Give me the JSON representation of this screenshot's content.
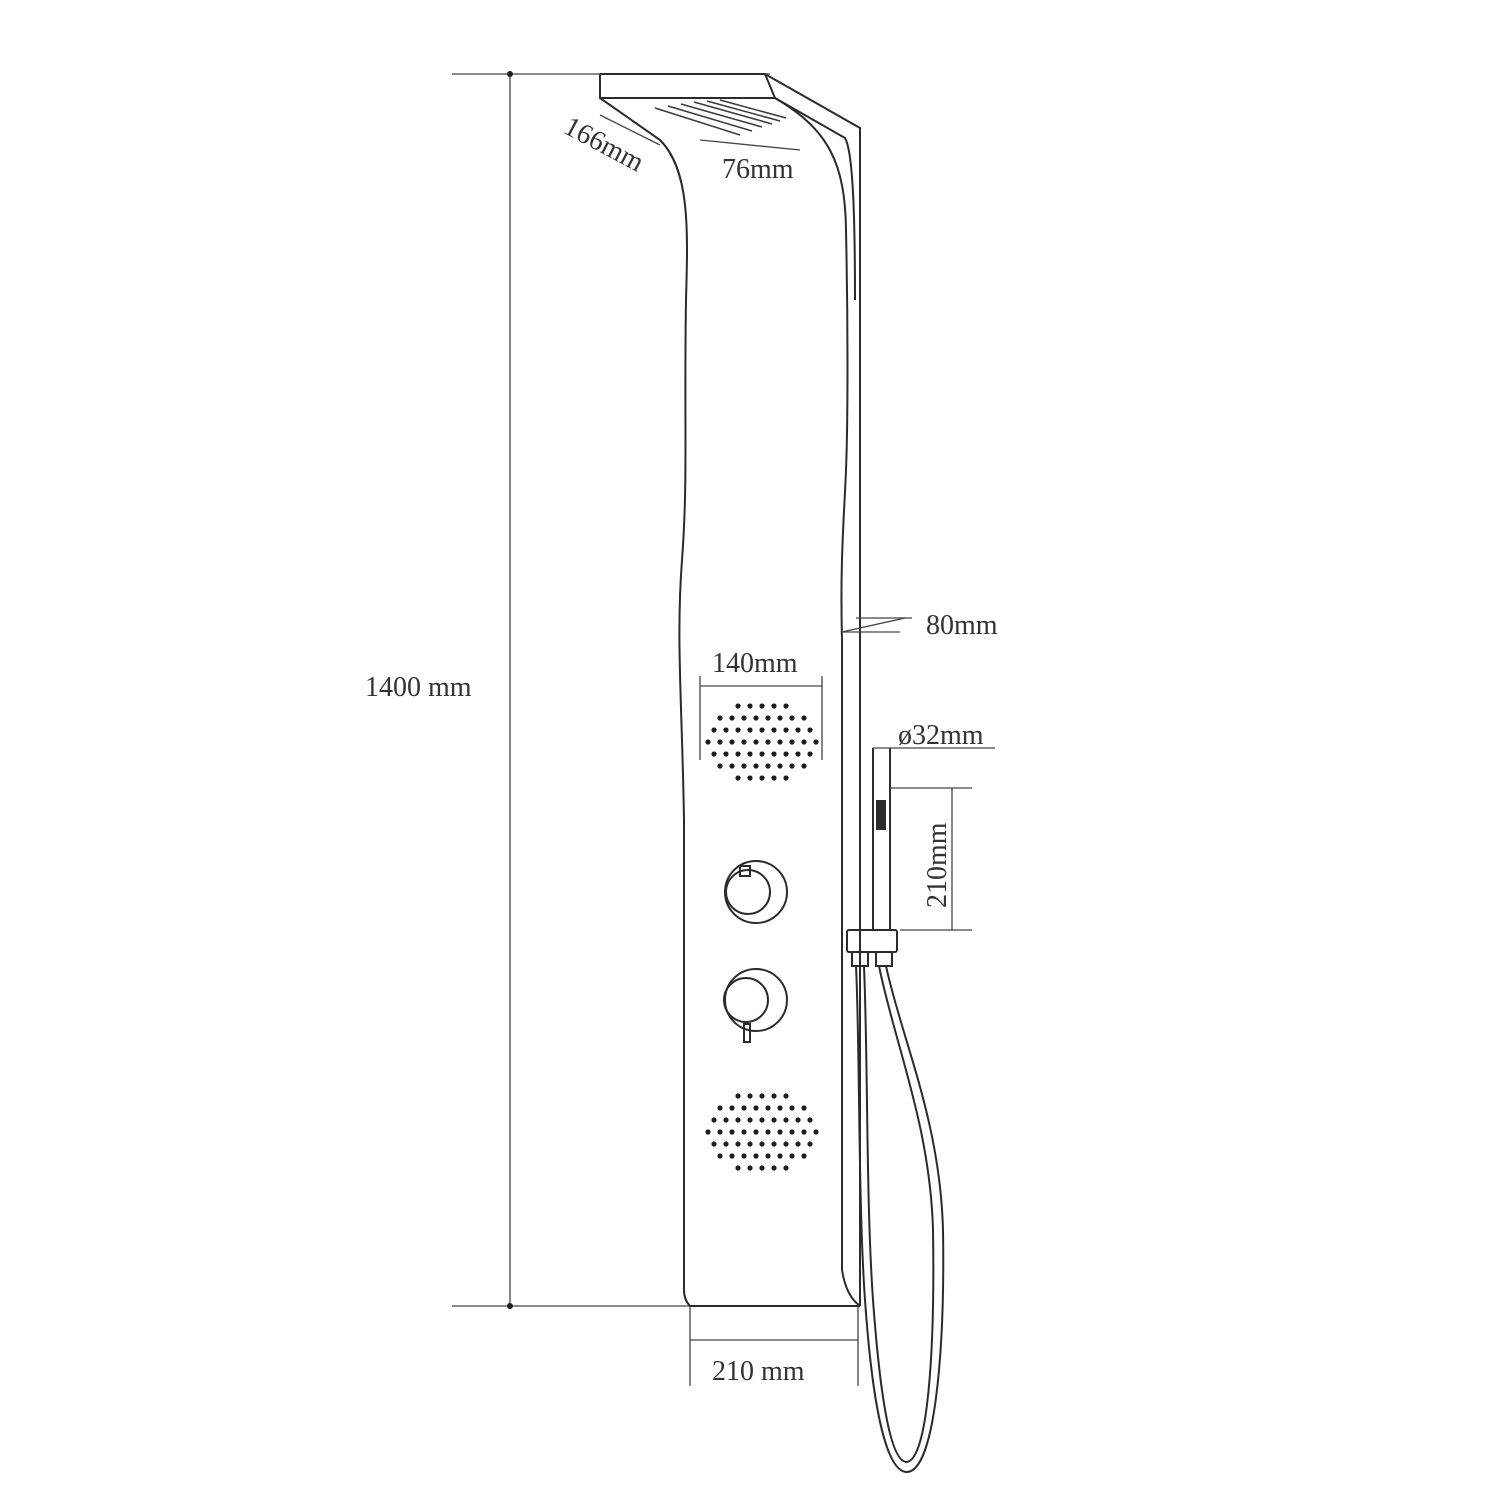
{
  "labels": {
    "height": "1400 mm",
    "head_length": "166mm",
    "head_width": "76mm",
    "panel_depth": "80mm",
    "jet_diameter": "140mm",
    "hand_shower_diameter": "ø32mm",
    "hand_shower_length": "210mm",
    "panel_width": "210 mm"
  },
  "components": [
    "rain-shower-head",
    "body-jet-upper",
    "thermostatic-valve-knob",
    "diverter-valve-knob",
    "body-jet-lower",
    "hand-shower",
    "hand-shower-holder",
    "flexible-hose"
  ],
  "colors": {
    "line": "#2b2b2b",
    "text": "#333333",
    "background": "#ffffff"
  }
}
